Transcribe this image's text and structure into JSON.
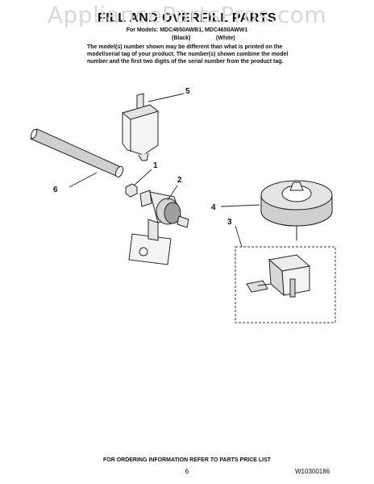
{
  "watermark": "AppliancePartsPros.com",
  "header": {
    "title": "FILL AND OVERFILL PARTS",
    "models": "For Models: MDC4650AWB1, MDC4650AWW1",
    "variant_black": "(Black)",
    "variant_white": "(White)",
    "note": "The model(s) number shown may be different than what is printed on the model/serial tag of your product. The number(s) shown combine the model number and the first two digits of the serial number from the product tag."
  },
  "callouts": [
    "1",
    "2",
    "3",
    "4",
    "5",
    "6"
  ],
  "footer": {
    "ordering_note": "FOR ORDERING INFORMATION REFER TO PARTS PRICE LIST",
    "page_number": "6",
    "doc_code": "W10300186"
  },
  "colors": {
    "line": "#222222",
    "part_fill": "#f4f4f4",
    "shade": "#bdbdbd",
    "watermark": "#d9d9d9"
  }
}
